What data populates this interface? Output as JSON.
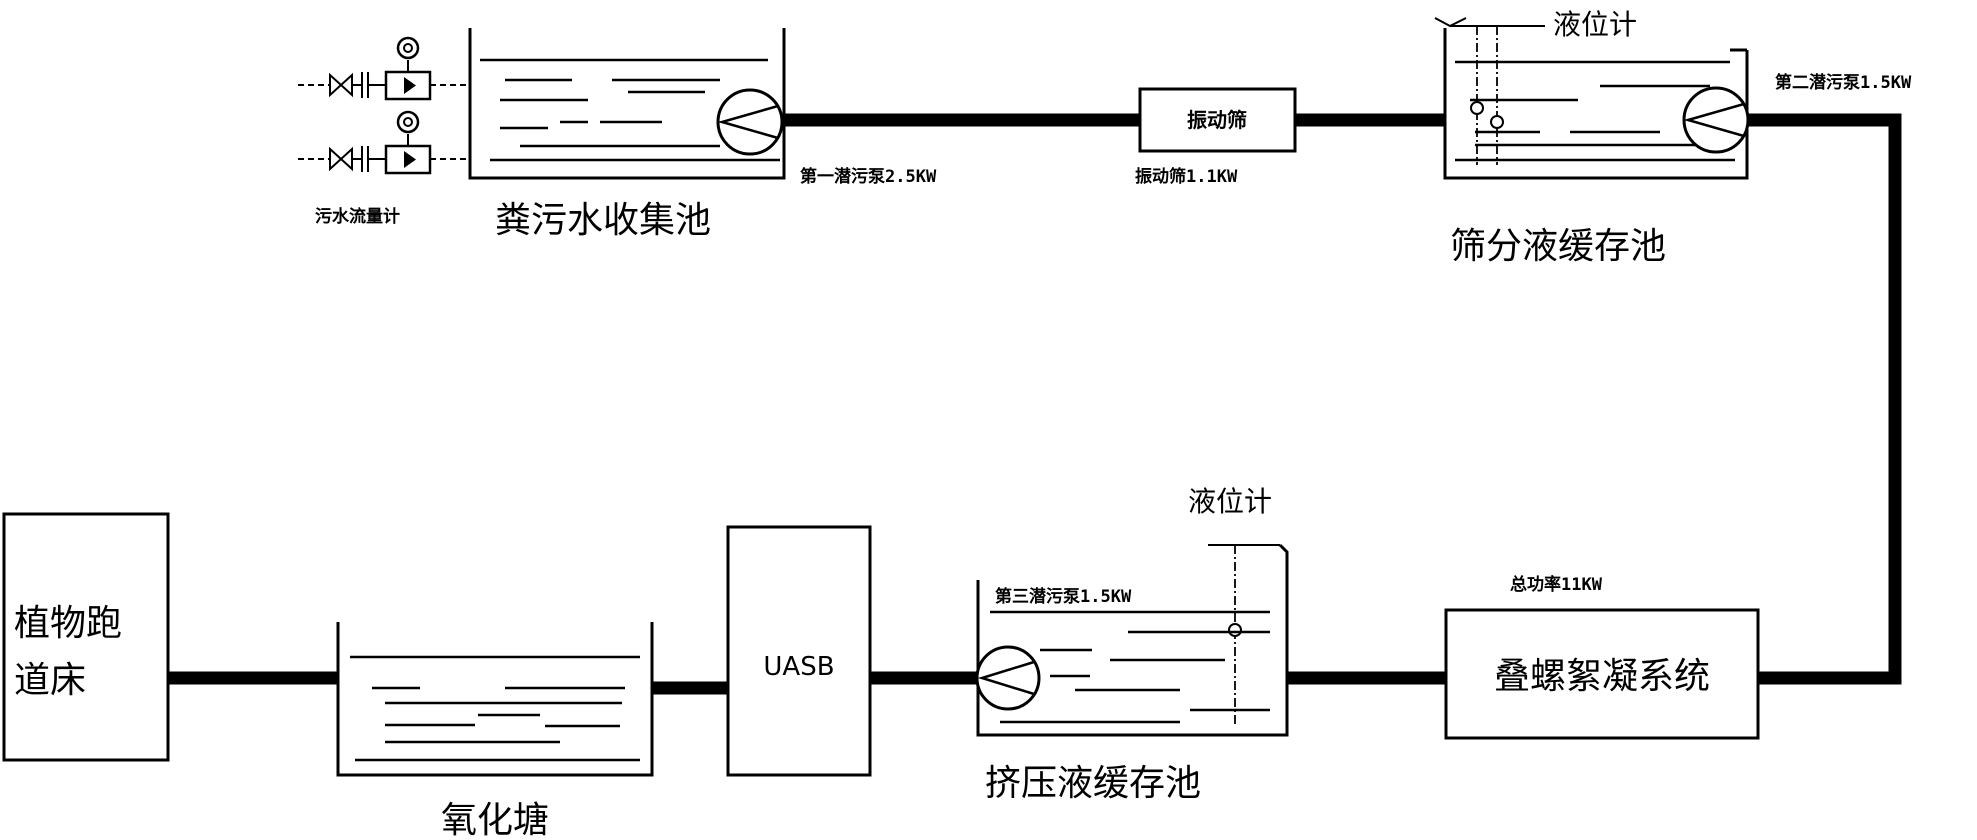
{
  "nodes": {
    "manure_tank": "粪污水收集池",
    "screen_buffer_tank": "筛分液缓存池",
    "vibrating_screen": "振动筛",
    "screw_system": "叠螺絮凝系统",
    "squeeze_buffer_tank": "挤压液缓存池",
    "uasb": "UASB",
    "oxidation_pond": "氧化塘",
    "plant_bed": "植物跑道床"
  },
  "labels": {
    "flow_meter": "污水流量计",
    "pump1": "第一潜污泵2.5KW",
    "screen_power": "振动筛1.1KW",
    "pump2": "第二潜污泵1.5KW",
    "level_gauge_top": "液位计",
    "level_gauge_bottom": "液位计",
    "total_power": "总功率11KW",
    "pump3": "第三潜污泵1.5KW"
  }
}
